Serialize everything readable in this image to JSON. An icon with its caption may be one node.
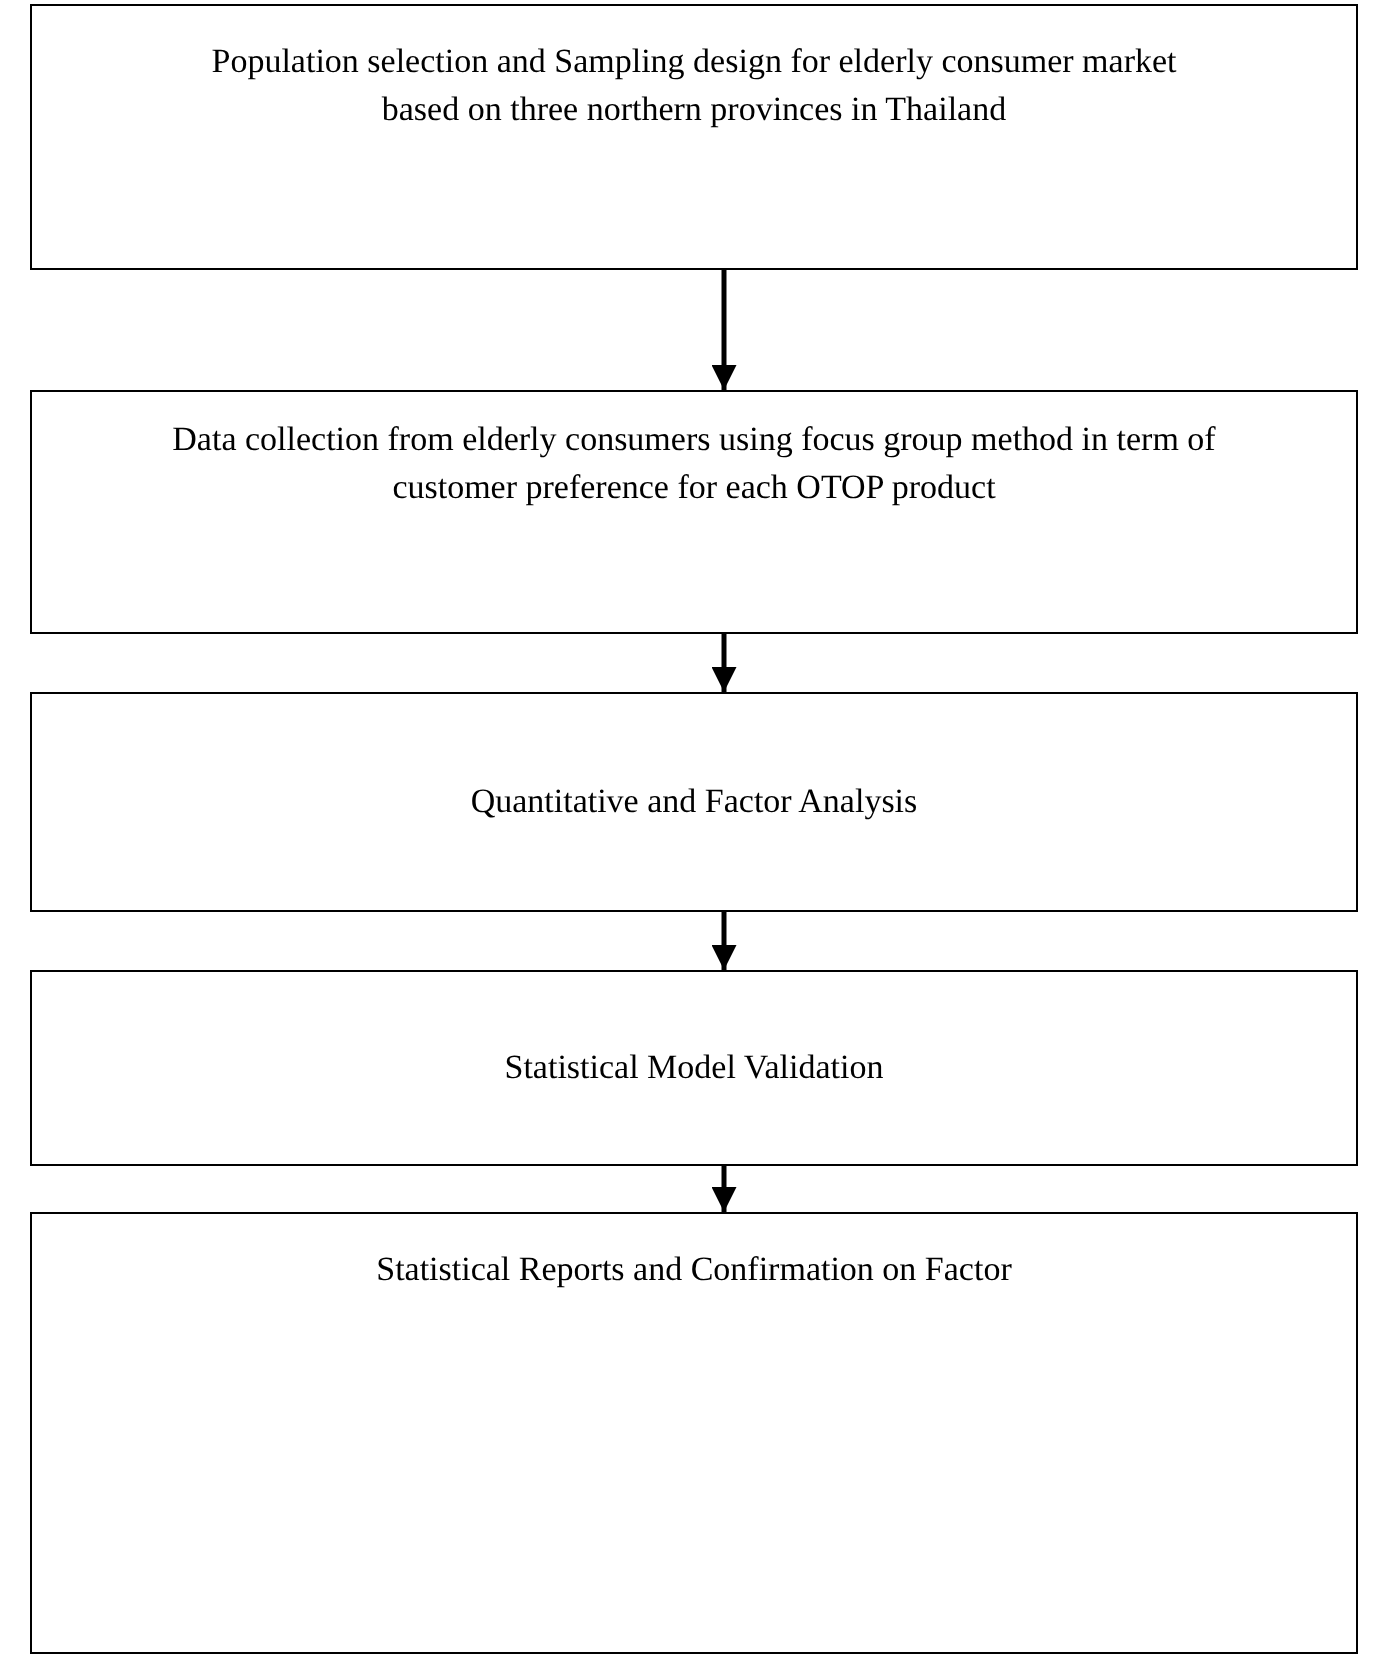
{
  "diagram": {
    "nodes": [
      {
        "text": [
          "Population selection and Sampling design for elderly consumer market based on three northern provinces in Thailand"
        ]
      },
      {
        "text": [
          "Data collection from elderly consumers using focus group method in term of customer preference for each OTOP product"
        ]
      },
      {
        "text": [
          "Quantitative and Factor Analysis"
        ]
      },
      {
        "text": [
          "Statistical Model Validation"
        ]
      },
      {
        "text": [
          "Statistical Reports and Confirmation on Factor"
        ]
      }
    ],
    "edges": [
      {
        "from": 0,
        "to": 1,
        "arrow": "to"
      },
      {
        "from": 1,
        "to": 2,
        "arrow": "to"
      },
      {
        "from": 2,
        "to": 3,
        "arrow": "to"
      },
      {
        "from": 3,
        "to": 4,
        "arrow": "to"
      }
    ]
  }
}
